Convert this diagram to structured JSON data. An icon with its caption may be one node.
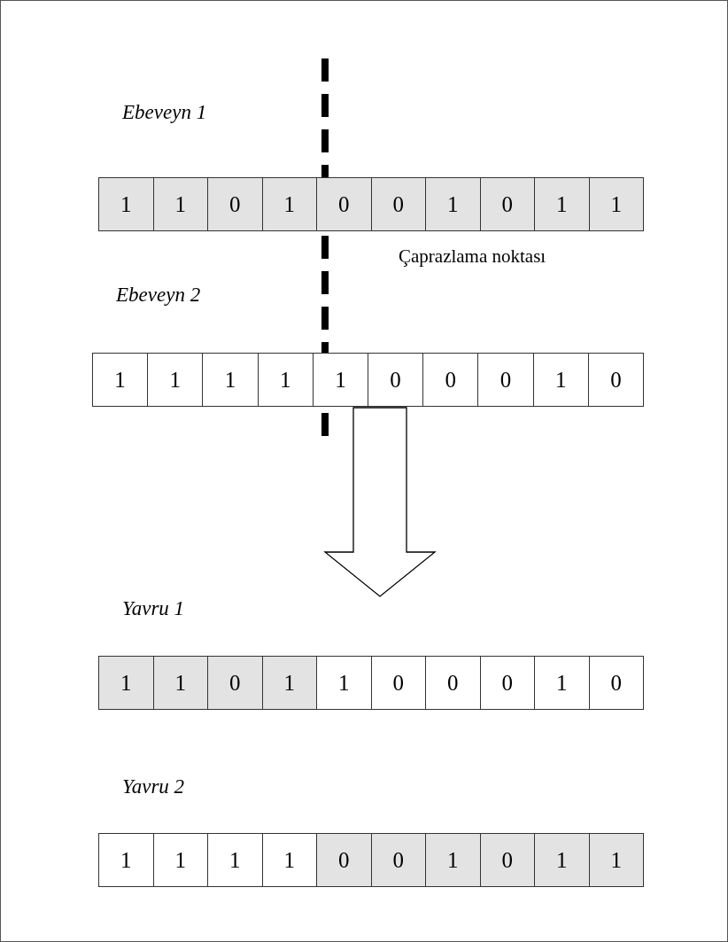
{
  "diagram": {
    "nodes": [
      {
        "text": [
          "Ebeveyn 1"
        ]
      },
      {
        "text": [
          "1"
        ],
        "in": 0
      },
      {
        "text": [
          "1"
        ],
        "in": 0
      },
      {
        "text": [
          "0"
        ],
        "in": 0
      },
      {
        "text": [
          "1"
        ],
        "in": 0
      },
      {
        "text": [
          "0"
        ],
        "in": 0
      },
      {
        "text": [
          "0"
        ],
        "in": 0
      },
      {
        "text": [
          "1"
        ],
        "in": 0
      },
      {
        "text": [
          "0"
        ],
        "in": 0
      },
      {
        "text": [
          "1"
        ],
        "in": 0
      },
      {
        "text": [
          "1"
        ],
        "in": 0
      },
      {
        "text": [
          "Ebeveyn 2"
        ]
      },
      {
        "text": [
          "1"
        ],
        "in": 11
      },
      {
        "text": [
          "1"
        ],
        "in": 11
      },
      {
        "text": [
          "1"
        ],
        "in": 11
      },
      {
        "text": [
          "1"
        ],
        "in": 11
      },
      {
        "text": [
          "1"
        ],
        "in": 11
      },
      {
        "text": [
          "0"
        ],
        "in": 11
      },
      {
        "text": [
          "0"
        ],
        "in": 11
      },
      {
        "text": [
          "0"
        ],
        "in": 11
      },
      {
        "text": [
          "1"
        ],
        "in": 11
      },
      {
        "text": [
          "0"
        ],
        "in": 11
      },
      {
        "text": [
          "Yavru 1"
        ]
      },
      {
        "text": [
          "1"
        ],
        "in": 22
      },
      {
        "text": [
          "1"
        ],
        "in": 22
      },
      {
        "text": [
          "0"
        ],
        "in": 22
      },
      {
        "text": [
          "1"
        ],
        "in": 22
      },
      {
        "text": [
          "1"
        ],
        "in": 22
      },
      {
        "text": [
          "0"
        ],
        "in": 22
      },
      {
        "text": [
          "0"
        ],
        "in": 22
      },
      {
        "text": [
          "0"
        ],
        "in": 22
      },
      {
        "text": [
          "1"
        ],
        "in": 22
      },
      {
        "text": [
          "0"
        ],
        "in": 22
      },
      {
        "text": [
          "Yavru 2"
        ]
      },
      {
        "text": [
          "1"
        ],
        "in": 33
      },
      {
        "text": [
          "1"
        ],
        "in": 33
      },
      {
        "text": [
          "1"
        ],
        "in": 33
      },
      {
        "text": [
          "1"
        ],
        "in": 33
      },
      {
        "text": [
          "0"
        ],
        "in": 33
      },
      {
        "text": [
          "0"
        ],
        "in": 33
      },
      {
        "text": [
          "1"
        ],
        "in": 33
      },
      {
        "text": [
          "0"
        ],
        "in": 33
      },
      {
        "text": [
          "1"
        ],
        "in": 33
      },
      {
        "text": [
          "1"
        ],
        "in": 33
      }
    ],
    "edges": [
      {
        "from": 11,
        "to": 22,
        "arrow": "to"
      }
    ],
    "labels": [
      "Çaprazlama noktası"
    ]
  }
}
